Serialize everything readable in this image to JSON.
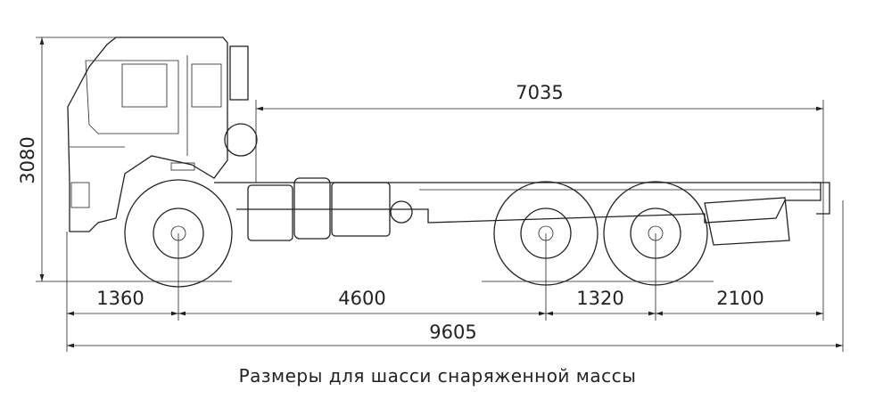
{
  "title": "Размеры для шасси снаряженной массы",
  "dimensions": {
    "height": "3080",
    "frame_length": "7035",
    "front_overhang": "1360",
    "wheelbase_front": "4600",
    "wheelbase_rear": "1320",
    "rear_overhang": "2100",
    "total_length": "9605"
  }
}
